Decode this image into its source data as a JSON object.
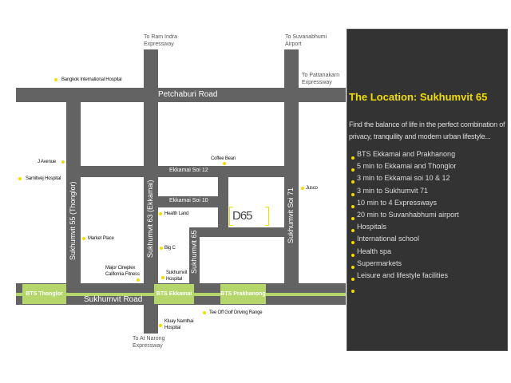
{
  "map": {
    "roads": {
      "petchaburi": "Petchaburi Road",
      "sukhumvit": "Sukhumvit Road",
      "soi55": "Sukhumvit  55 (Thonglor)",
      "soi63": "Sukhumvit  63 (Ekkamai)",
      "soi65": "Sukhumvit  65",
      "soi71": "Sukhumvit Soi 71",
      "ekkamai12": "Ekkamai Soi 12",
      "ekkamai10": "Ekkamai Soi 10"
    },
    "directions": {
      "ram_indra": [
        "To Ram Indra",
        "Expressway"
      ],
      "suvanabhumi": [
        "To Suvanabhumi",
        "Airport"
      ],
      "pattanakarn": [
        "To Pattanakarn",
        "Expressway"
      ],
      "at_narong": [
        "To At Narong",
        "Expressway"
      ]
    },
    "bts": {
      "thonglor": "BTS Thonglor",
      "ekkamai": "BTS Ekkamai",
      "prakhanong": "BTS Prakhanong"
    },
    "poi": {
      "bih": "Bangkok International Hospital",
      "javenue": "J Avenue",
      "samitivej": "Samitivej Hospital",
      "coffee": "Coffee Bean",
      "jusco": "Jusco",
      "healthland": "Health Land",
      "market": "Market Place",
      "bigc": "Big C",
      "major": [
        "Major Cineplex",
        "California Fitness"
      ],
      "skhosp": [
        "Sukhumvit",
        "Hospital"
      ],
      "teeoff": "Tee Off Golf Driving Range",
      "kluay": [
        "Kluay Namthai",
        "Hospital"
      ]
    },
    "logo": "D65"
  },
  "panel": {
    "title": "The Location: Sukhumvit  65",
    "intro": "Find the balance of life in the perfect combination of privacy, tranquility and modern urban lifestyle...",
    "bullets": [
      "BTS Ekkamai and Prakhanong",
      "5 min to Ekkamai and Thonglor",
      "3 min to Ekkamai soi 10 & 12",
      "3 min to Sukhumvit 71",
      "10 min to 4 Expressways",
      "20 min to Suvanhabhumi airport",
      "Hospitals",
      "International school",
      "Health spa",
      "Supermarkets",
      "Leisure and lifestyle facilities"
    ]
  },
  "colors": {
    "road": "#636363",
    "accent": "#f2dd00",
    "bts": "#b5d66b",
    "panel": "#333333"
  }
}
